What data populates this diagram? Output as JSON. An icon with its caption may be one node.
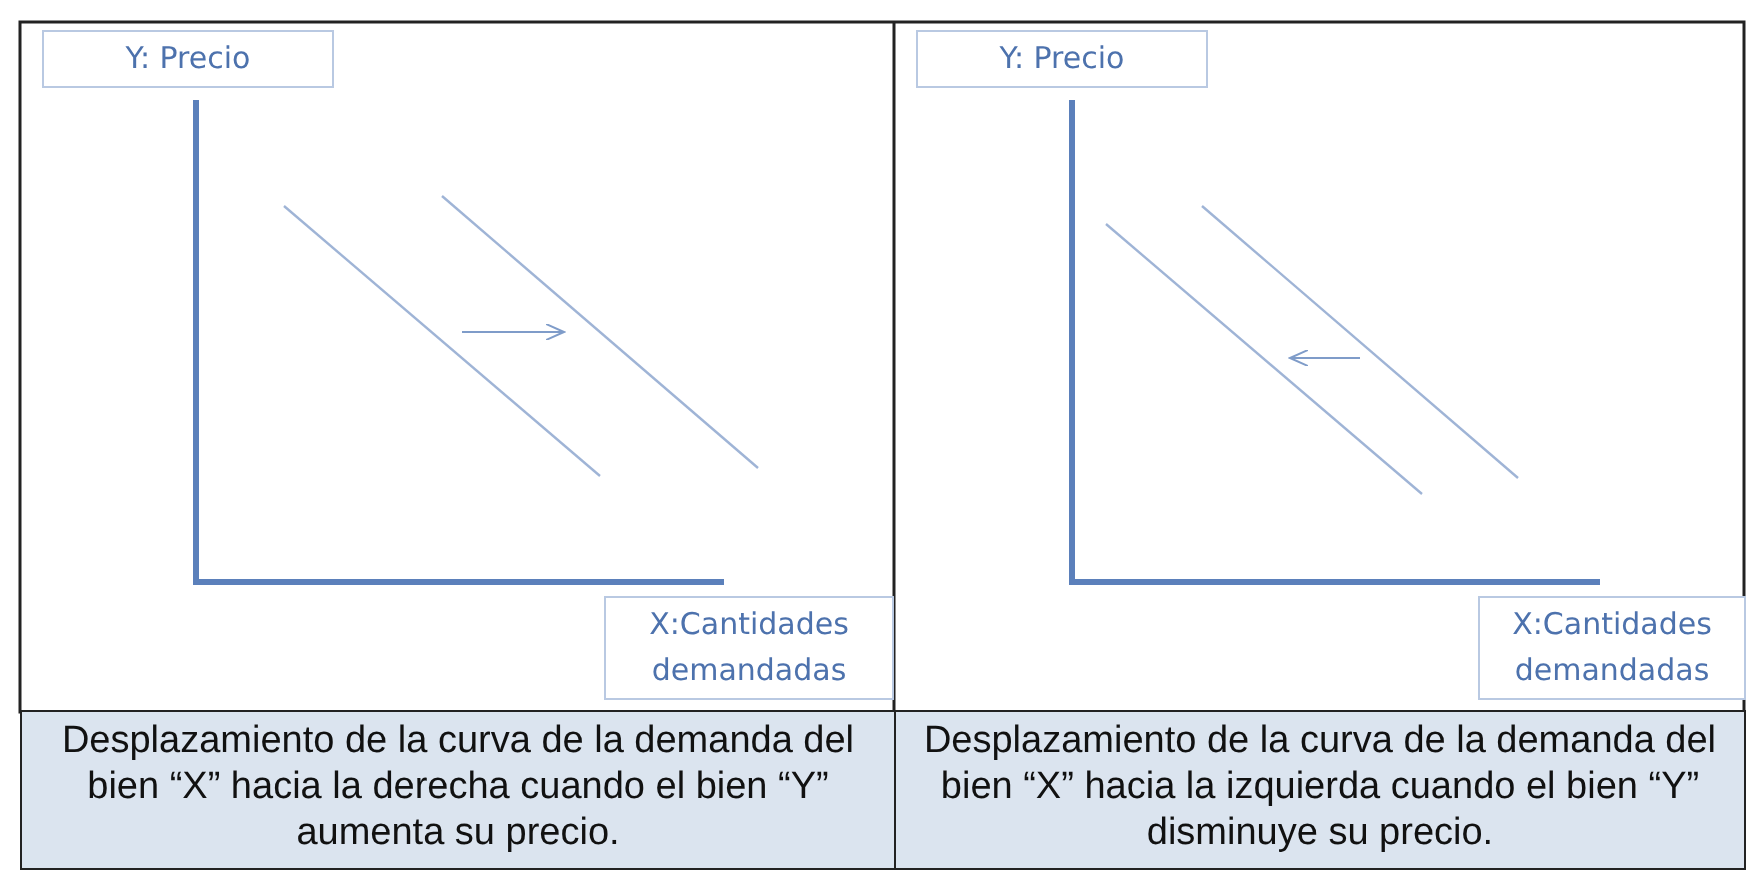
{
  "diagram": {
    "nodes": [
      {
        "text": [
          "Y: Precio"
        ]
      },
      {
        "text": [
          "X:Cantidades demandadas"
        ]
      },
      {
        "text": [
          "Y: Precio"
        ]
      },
      {
        "text": [
          "X:Cantidades demandadas"
        ]
      }
    ],
    "labels": [
      "Desplazamiento de la curva de la demanda del bien “X” hacia la derecha cuando el bien “Y” aumenta su precio.",
      "Desplazamiento de la curva de la demanda del bien “X” hacia la izquierda cuando el bien “Y” disminuye su precio."
    ]
  }
}
